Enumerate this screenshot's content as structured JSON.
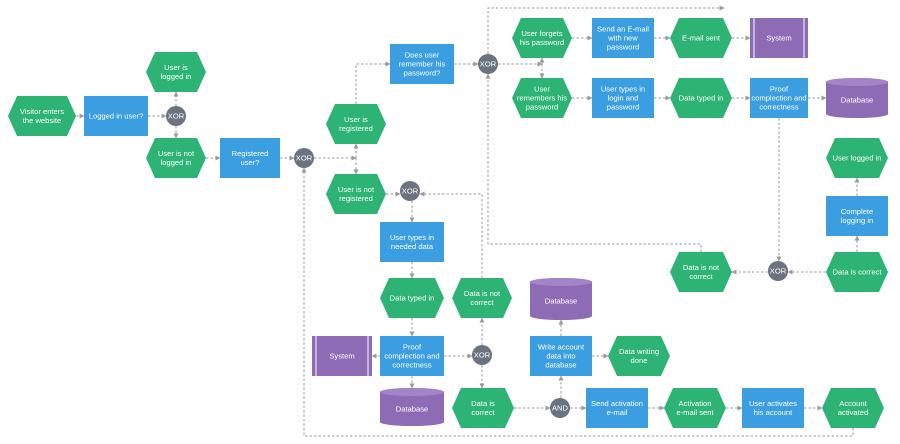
{
  "colors": {
    "event": "#2db374",
    "function": "#3a9ee0",
    "connector": "#6b7380",
    "system": "#8e6bb5",
    "database": "#8e6bb5",
    "edge": "#9a9a9a"
  },
  "nodes": [
    {
      "id": "visitor",
      "type": "event",
      "lines": [
        "Visitor enters",
        "the website"
      ]
    },
    {
      "id": "logged_in_q",
      "type": "function",
      "lines": [
        "Logged in user?"
      ]
    },
    {
      "id": "xor1",
      "type": "connector",
      "lines": [
        "XOR"
      ]
    },
    {
      "id": "user_logged_in",
      "type": "event",
      "lines": [
        "User is",
        "logged in"
      ]
    },
    {
      "id": "user_not_logged_in",
      "type": "event",
      "lines": [
        "User is not",
        "logged in"
      ]
    },
    {
      "id": "registered_q",
      "type": "function",
      "lines": [
        "Registered",
        "user?"
      ]
    },
    {
      "id": "xor2",
      "type": "connector",
      "lines": [
        "XOR"
      ]
    },
    {
      "id": "user_registered",
      "type": "event",
      "lines": [
        "User is",
        "registered"
      ]
    },
    {
      "id": "user_not_registered",
      "type": "event",
      "lines": [
        "User is not",
        "registered"
      ]
    },
    {
      "id": "remember_q",
      "type": "function",
      "lines": [
        "Does user",
        "remember his",
        "password?"
      ]
    },
    {
      "id": "xor3",
      "type": "connector",
      "lines": [
        "XOR"
      ]
    },
    {
      "id": "forgets",
      "type": "event",
      "lines": [
        "User forgets",
        "his password"
      ]
    },
    {
      "id": "send_email",
      "type": "function",
      "lines": [
        "Send an E-mail",
        "with new",
        "password"
      ]
    },
    {
      "id": "email_sent",
      "type": "event",
      "lines": [
        "E-mail sent"
      ]
    },
    {
      "id": "system_top",
      "type": "system",
      "lines": [
        "System"
      ]
    },
    {
      "id": "remembers",
      "type": "event",
      "lines": [
        "User",
        "remembers his",
        "password"
      ]
    },
    {
      "id": "types_login",
      "type": "function",
      "lines": [
        "User types in",
        "login and",
        "password"
      ]
    },
    {
      "id": "data_typed_top",
      "type": "event",
      "lines": [
        "Data typed in"
      ]
    },
    {
      "id": "proof_top",
      "type": "function",
      "lines": [
        "Proof",
        "complection and",
        "correctness"
      ]
    },
    {
      "id": "db_top",
      "type": "database",
      "lines": [
        "Database"
      ]
    },
    {
      "id": "user_logged_in2",
      "type": "event",
      "lines": [
        "User logged in"
      ]
    },
    {
      "id": "complete_login",
      "type": "function",
      "lines": [
        "Complete",
        "logging in"
      ]
    },
    {
      "id": "data_correct_r",
      "type": "event",
      "lines": [
        "Data is correct"
      ]
    },
    {
      "id": "xor_r",
      "type": "connector",
      "lines": [
        "XOR"
      ]
    },
    {
      "id": "data_not_correct_r",
      "type": "event",
      "lines": [
        "Data is not",
        "correct"
      ]
    },
    {
      "id": "xor4",
      "type": "connector",
      "lines": [
        "XOR"
      ]
    },
    {
      "id": "types_needed",
      "type": "function",
      "lines": [
        "User types in",
        "needed data"
      ]
    },
    {
      "id": "data_typed_mid",
      "type": "event",
      "lines": [
        "Data typed in"
      ]
    },
    {
      "id": "data_not_correct_m",
      "type": "event",
      "lines": [
        "Data is not",
        "correct"
      ]
    },
    {
      "id": "system_mid",
      "type": "system",
      "lines": [
        "System"
      ]
    },
    {
      "id": "proof_mid",
      "type": "function",
      "lines": [
        "Proof",
        "complection and",
        "correctness"
      ]
    },
    {
      "id": "xor5",
      "type": "connector",
      "lines": [
        "XOR"
      ]
    },
    {
      "id": "db_mid",
      "type": "database",
      "lines": [
        "Database"
      ]
    },
    {
      "id": "db_write",
      "type": "database",
      "lines": [
        "Database"
      ]
    },
    {
      "id": "write_account",
      "type": "function",
      "lines": [
        "Write account",
        "data into",
        "database"
      ]
    },
    {
      "id": "writing_done",
      "type": "event",
      "lines": [
        "Data writing",
        "done"
      ]
    },
    {
      "id": "data_correct_m",
      "type": "event",
      "lines": [
        "Data is",
        "correct"
      ]
    },
    {
      "id": "and1",
      "type": "connector",
      "lines": [
        "AND"
      ]
    },
    {
      "id": "send_activation",
      "type": "function",
      "lines": [
        "Send activation",
        "e-mail"
      ]
    },
    {
      "id": "activation_sent",
      "type": "event",
      "lines": [
        "Activation",
        "e-mail sent"
      ]
    },
    {
      "id": "user_activates",
      "type": "function",
      "lines": [
        "User activates",
        "his account"
      ]
    },
    {
      "id": "account_activated",
      "type": "event",
      "lines": [
        "Account",
        "activated"
      ]
    }
  ]
}
